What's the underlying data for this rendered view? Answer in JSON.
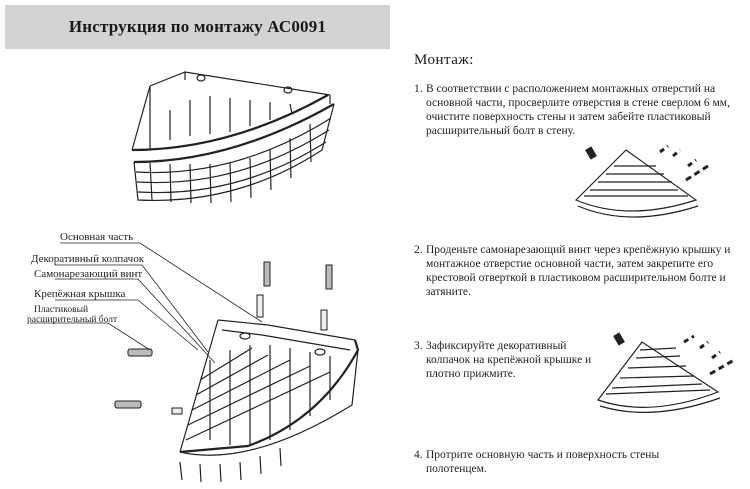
{
  "header": {
    "title": "Инструкция по монтажу АС0091"
  },
  "parts": {
    "main_part": "Основная часть",
    "decorative_cap": "Декоративный колпачок",
    "self_tapping_screw": "Самонарезающий винт",
    "mounting_cover": "Крепёжная крышка",
    "plastic_anchor_line1": "Пластиковый",
    "plastic_anchor_line2": "расширительный болт"
  },
  "mounting": {
    "heading": "Монтаж:",
    "steps": [
      {
        "num": "1.",
        "text": "В соответствии с расположением монтажных отверстий на основной части, просверлите отверстия в стене сверлом 6 мм, очистите поверхность стены и затем забейте пластиковый расширительный болт в стену."
      },
      {
        "num": "2.",
        "text": "Проденьте самонарезающий винт через крепёжную крышку и монтажное отверстие основной части, затем закрепите его крестовой отверткой в пластиковом расширительном болте и затяните."
      },
      {
        "num": "3.",
        "text": "Зафиксируйте декоративный колпачок на крепёжной крышке и плотно прижмите."
      },
      {
        "num": "4.",
        "text": "Протрите основную часть и поверхность стены полотенцем."
      }
    ]
  }
}
